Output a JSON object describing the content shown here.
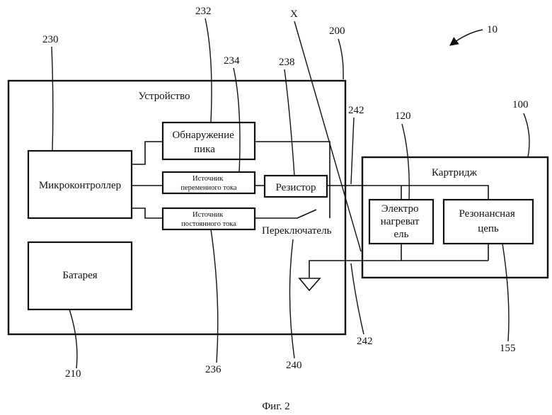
{
  "blocks": {
    "device": "Устройство",
    "microcontroller": "Микроконтроллер",
    "battery": "Батарея",
    "peak_detection": [
      "Обнаружение",
      "пика"
    ],
    "ac_source": [
      "Источник",
      "переменного тока"
    ],
    "dc_source": [
      "Источник",
      "постоянного тока"
    ],
    "resistor": "Резистор",
    "switch": "Переключатель",
    "cartridge": "Картридж",
    "heater": [
      "Электро",
      "нагреват",
      "ель"
    ],
    "resonant_circuit": [
      "Резонансная",
      "цепь"
    ]
  },
  "refs": {
    "system": "10",
    "cartridge": "100",
    "heater": "120",
    "resonant": "155",
    "device": "200",
    "battery": "210",
    "microcontroller": "230",
    "peak": "232",
    "ac": "234",
    "dc": "236",
    "resistor": "238",
    "switch": "240",
    "connector_top": "242",
    "connector_bottom": "242",
    "axis": "X"
  },
  "caption": "Фиг. 2"
}
